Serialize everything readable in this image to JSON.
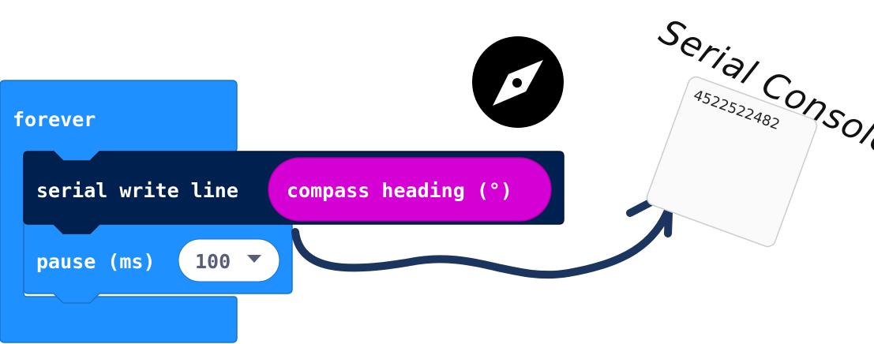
{
  "blocks": {
    "forever_label": "forever",
    "serial_label": "serial write line",
    "compass_label": "compass heading (°)",
    "pause_label": "pause (ms)",
    "pause_value": "100"
  },
  "console": {
    "title": "Serial Console",
    "value": "4522522482"
  },
  "icons": {
    "compass": "compass-icon",
    "dropdown": "triangle-down-icon"
  },
  "colors": {
    "forever_block": "#1e90ff",
    "serial_block": "#002050",
    "compass_reporter": "#d400d4",
    "arrow": "#1c355e"
  }
}
